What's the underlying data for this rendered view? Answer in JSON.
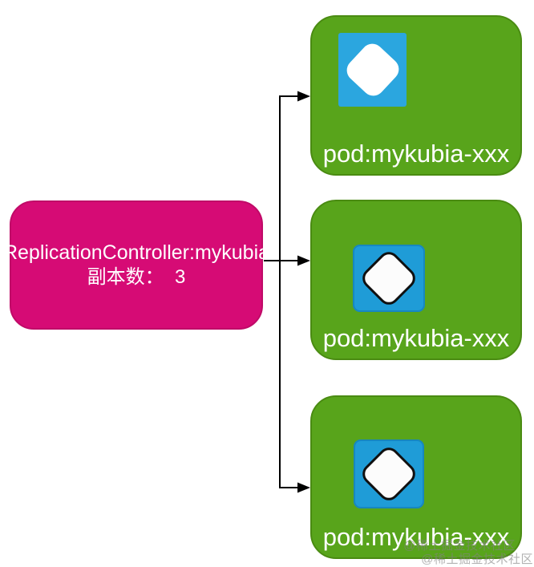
{
  "controller": {
    "line1": "ReplicationController:mykubia",
    "line2": "副本数：  3"
  },
  "pods": [
    {
      "label": "pod:mykubia-xxx"
    },
    {
      "label": "pod:mykubia-xxx"
    },
    {
      "label": "pod:mykubia-xxx"
    }
  ],
  "watermark": {
    "line1": "@稀土掘金技术社区",
    "line2": "@稀土掘金技术社区"
  },
  "icons": {
    "pod_icon": "blue-square-with-white-diamond"
  },
  "colors": {
    "controller_fill": "#d60b75",
    "pod_fill": "#58a41b",
    "pod_border": "#4a8b12",
    "icon_blue_plain": "#2ba6df",
    "icon_blue_outlined": "#1f9cd7",
    "arrow": "#000000",
    "text": "#ffffff",
    "background": "#ffffff"
  }
}
